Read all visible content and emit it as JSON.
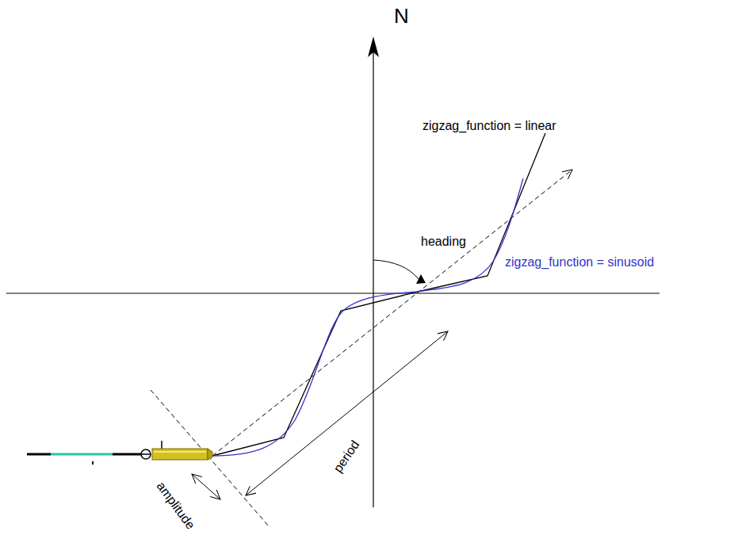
{
  "diagram": {
    "labels": [
      "N",
      "zigzag_function = linear",
      "heading",
      "zigzag_function = sinusoid",
      "period",
      "amplitude"
    ]
  }
}
